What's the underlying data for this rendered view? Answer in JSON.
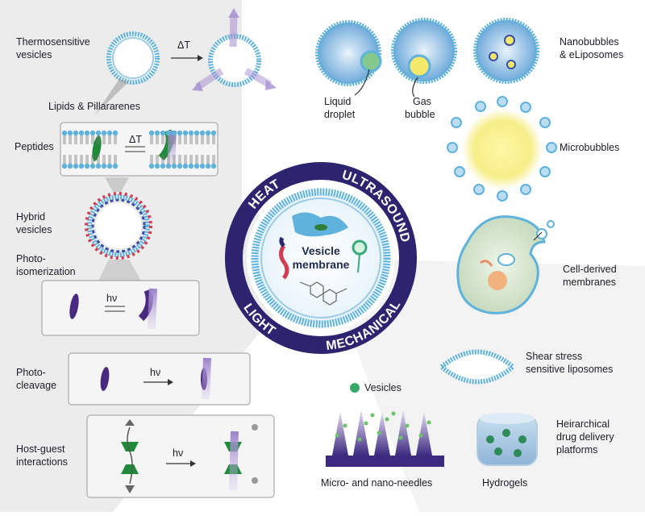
{
  "ring": {
    "heat": "HEAT",
    "ultrasound": "ULTRASOUND",
    "mechanical": "MECHANICAL",
    "light": "LIGHT"
  },
  "center": {
    "line1": "Vesicle",
    "line2": "membrane"
  },
  "heat_section": {
    "thermo_line1": "Thermosensitive",
    "thermo_line2": "vesicles",
    "delta_t": "ΔT",
    "lipids": "Lipids & Pillararenes",
    "peptides": "Peptides",
    "peptide_delta_t": "ΔT",
    "hybrid_line1": "Hybrid",
    "hybrid_line2": "vesicles"
  },
  "light_section": {
    "photoiso_line1": "Photo-",
    "photoiso_line2": "isomerization",
    "hv1": "hν",
    "photocleave_line1": "Photo-",
    "photocleave_line2": "cleavage",
    "hv2": "hν",
    "hostguest_line1": "Host-guest",
    "hostguest_line2": "interactions",
    "hv3": "hν"
  },
  "ultrasound_section": {
    "nano_line1": "Nanobubbles",
    "nano_line2": "& eLiposomes",
    "liquid_line1": "Liquid",
    "liquid_line2": "droplet",
    "gas_line1": "Gas",
    "gas_line2": "bubble",
    "microbubbles": "Microbubbles",
    "cell_line1": "Cell-derived",
    "cell_line2": "membranes"
  },
  "mechanical_section": {
    "shear_line1": "Shear stress",
    "shear_line2": "sensitive liposomes",
    "vesicles": "Vesicles",
    "hier_line1": "Heirarchical",
    "hier_line2": "drug delivery",
    "hier_line3": "platforms",
    "needles": "Micro- and nano-needles",
    "hydrogels": "Hydrogels"
  },
  "colors": {
    "ring": "#2d2470",
    "membrane_head": "#5fb2dc",
    "peptide_green": "#1f8a3a",
    "dye_purple": "#4a2a80",
    "arrow_purple": "#a58ed0",
    "bubble_yellow": "#f3e86a"
  }
}
